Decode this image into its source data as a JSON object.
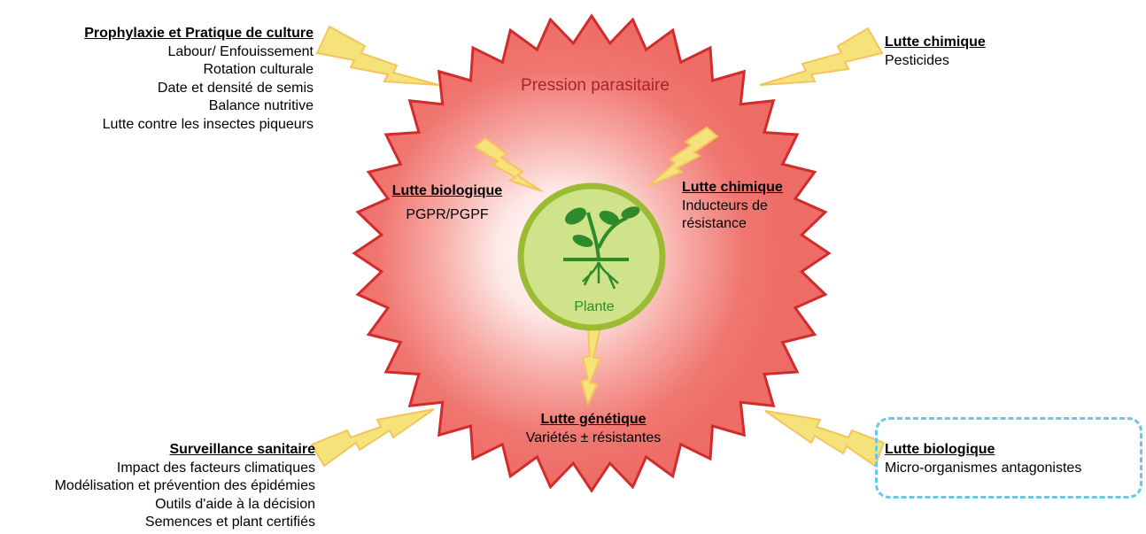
{
  "center": {
    "pressure_label": "Pression parasitaire",
    "plant_label": "Plante"
  },
  "outer_blocks": {
    "top_left": {
      "title": "Prophylaxie et Pratique de culture",
      "lines": [
        "Labour/ Enfouissement",
        "Rotation culturale",
        "Date et densité de semis",
        "Balance nutritive",
        "Lutte contre les insectes piqueurs"
      ]
    },
    "top_right": {
      "title": "Lutte chimique",
      "lines": [
        "Pesticides"
      ]
    },
    "bottom_left": {
      "title": "Surveillance sanitaire",
      "lines": [
        "Impact des facteurs climatiques",
        "Modélisation et prévention des épidémies",
        "Outils d'aide à la décision",
        "Semences et plant certifiés"
      ]
    },
    "bottom_right": {
      "title": "Lutte biologique",
      "lines": [
        "Micro-organismes antagonistes"
      ]
    }
  },
  "inner_blocks": {
    "left": {
      "title": "Lutte biologique",
      "lines": [
        "PGPR/PGPF"
      ]
    },
    "right": {
      "title": "Lutte chimique",
      "lines": [
        "Inducteurs de",
        "résistance"
      ]
    },
    "bottom": {
      "title": "Lutte génétique",
      "lines": [
        "Variétés ± résistantes"
      ]
    }
  },
  "colors": {
    "starburst_fill": "#f07670",
    "starburst_stroke": "#d22b2b",
    "glow_center": "#ffffff",
    "circle_fill": "#cfe38a",
    "circle_stroke": "#9bbb32",
    "plant": "#2e8a2a",
    "bolt_fill": "#f6e27a",
    "bolt_stroke": "#f4c45c",
    "pressure_text": "#a8242a",
    "dashed_border": "#6cc6e8"
  }
}
